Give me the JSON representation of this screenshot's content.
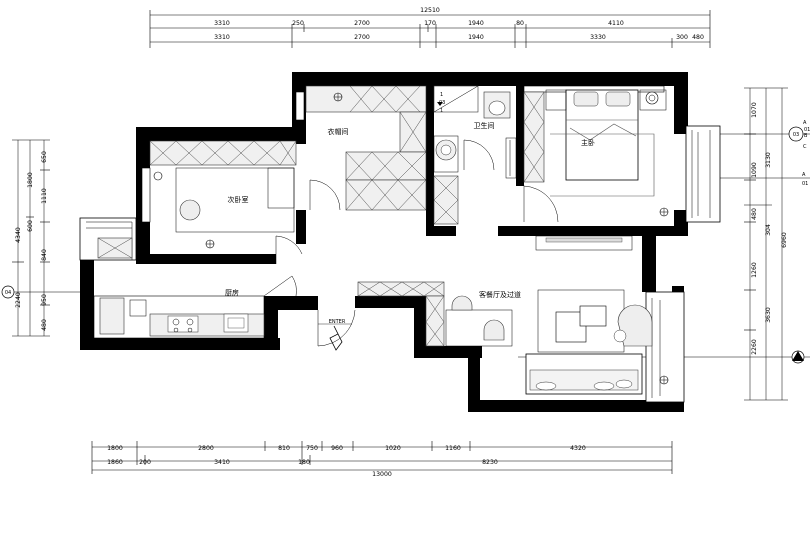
{
  "dimensions": {
    "top_total": "12510",
    "top_row1": [
      "3310",
      "250",
      "2700",
      "170",
      "1940",
      "80",
      "4110"
    ],
    "top_row2": [
      "3310",
      "2700",
      "1940",
      "3330",
      "300",
      "480"
    ],
    "bottom_row1": [
      "1800",
      "2800",
      "810",
      "750",
      "960",
      "1020",
      "1160",
      "4320"
    ],
    "bottom_row2": [
      "1860",
      "200",
      "3410",
      "180",
      "8230"
    ],
    "bottom_total": "13000",
    "left_outer": [
      "4340",
      "2240"
    ],
    "left_mid": [
      "1800",
      "600"
    ],
    "left_inner": [
      "650",
      "1110",
      "840",
      "950",
      "480"
    ],
    "right_inner": [
      "1070",
      "1090",
      "480",
      "1260",
      "3630",
      "2260"
    ],
    "right_mid": [
      "3130",
      "304"
    ],
    "right_outer": [
      "6960"
    ]
  },
  "rooms": {
    "study": "次卧室",
    "closet": "衣帽间",
    "bathroom": "卫生间",
    "master": "主卧",
    "kitchen": "厨房",
    "living": "客餐厅及过道",
    "entry": "ENTER"
  },
  "markers": {
    "right_top_a": "A",
    "right_top_code": "03",
    "right_top_c": "C",
    "right_top_b": "B",
    "right_top_code2": "01",
    "right_mid_a": "A",
    "right_mid_code": "01",
    "left_mark": "04",
    "bath_num_1": "1",
    "bath_num_2": "1",
    "bath_code": "03"
  }
}
